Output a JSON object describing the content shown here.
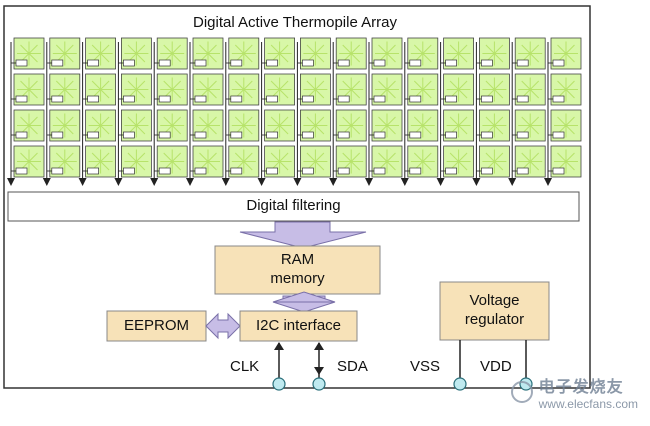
{
  "title": "Digital Active Thermopile Array",
  "array": {
    "columns": 16,
    "rows": 4,
    "cell_fill": "#d8f7a8",
    "cell_stroke": "#444444"
  },
  "blocks": {
    "filtering": "Digital filtering",
    "ram_line1": "RAM",
    "ram_line2": "memory",
    "eeprom": "EEPROM",
    "i2c": "I2C interface",
    "vreg_line1": "Voltage",
    "vreg_line2": "regulator"
  },
  "pins": {
    "clk": "CLK",
    "sda": "SDA",
    "vss": "VSS",
    "vdd": "VDD"
  },
  "colors": {
    "block_fill": "#f7e2b8",
    "arrow_fill": "#c7bde6",
    "pin_fill": "#bfeaf0",
    "line": "#222222"
  },
  "watermark": {
    "line1": "电子发烧友",
    "line2": "www.elecfans.com"
  }
}
